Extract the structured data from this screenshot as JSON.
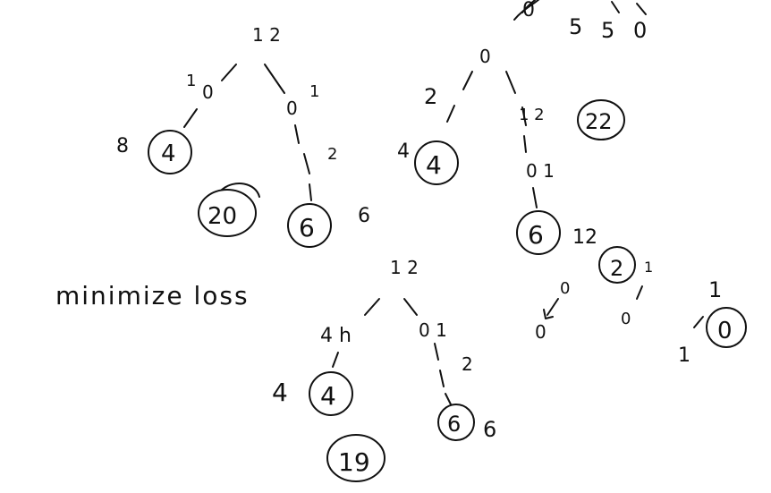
{
  "note": {
    "caption": "minimize loss"
  },
  "top_fragment": {
    "labels": [
      "0",
      "5",
      "5",
      "0"
    ]
  },
  "tree_a": {
    "root_label": "1 2",
    "left": {
      "node": "0",
      "edge": "1",
      "leaf": "4",
      "leaf_label": "8"
    },
    "right": {
      "node": "0",
      "edge_top": "1",
      "edge_mid": "2",
      "leaf": "6",
      "leaf_label": "6"
    },
    "total": "20"
  },
  "tree_b": {
    "root_label": "0",
    "left": {
      "edge": "2",
      "leaf": "4",
      "leaf_label": "4"
    },
    "right": {
      "edge": "1 2",
      "node": "0 1",
      "leaf": "6",
      "leaf_label": "12"
    },
    "total": "22"
  },
  "tree_c": {
    "root_label": "1 2",
    "left": {
      "edge": "4 h",
      "leaf": "4",
      "leaf_label": "4"
    },
    "right": {
      "node": "0 1",
      "edge": "2",
      "leaf": "6",
      "leaf_label": "6"
    },
    "total": "19"
  },
  "tree_d": {
    "total": "2",
    "edge_top": "1",
    "node_top": "0",
    "node_left": "0",
    "node_mid": "0",
    "edge_right_top": "1",
    "edge_right_bottom": "1",
    "leaf": "0"
  }
}
